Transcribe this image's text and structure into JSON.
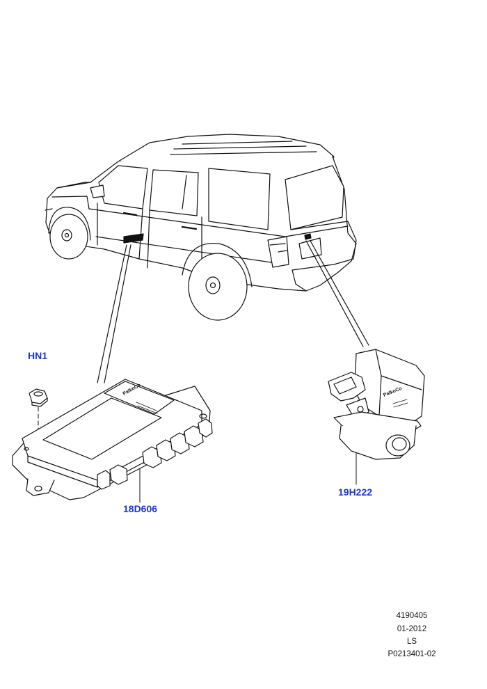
{
  "colors": {
    "callout": "#1a35d6",
    "line": "#111111",
    "fill": "#ffffff"
  },
  "callouts": {
    "nut": "HN1",
    "module": "18D606",
    "sensor": "19H222"
  },
  "module_label": "PaIkoCo",
  "sensor_label": "PaIkoCo",
  "footer": {
    "code": "4190405",
    "date": "01-2012",
    "author": "LS",
    "reference": "P0213401-02"
  }
}
